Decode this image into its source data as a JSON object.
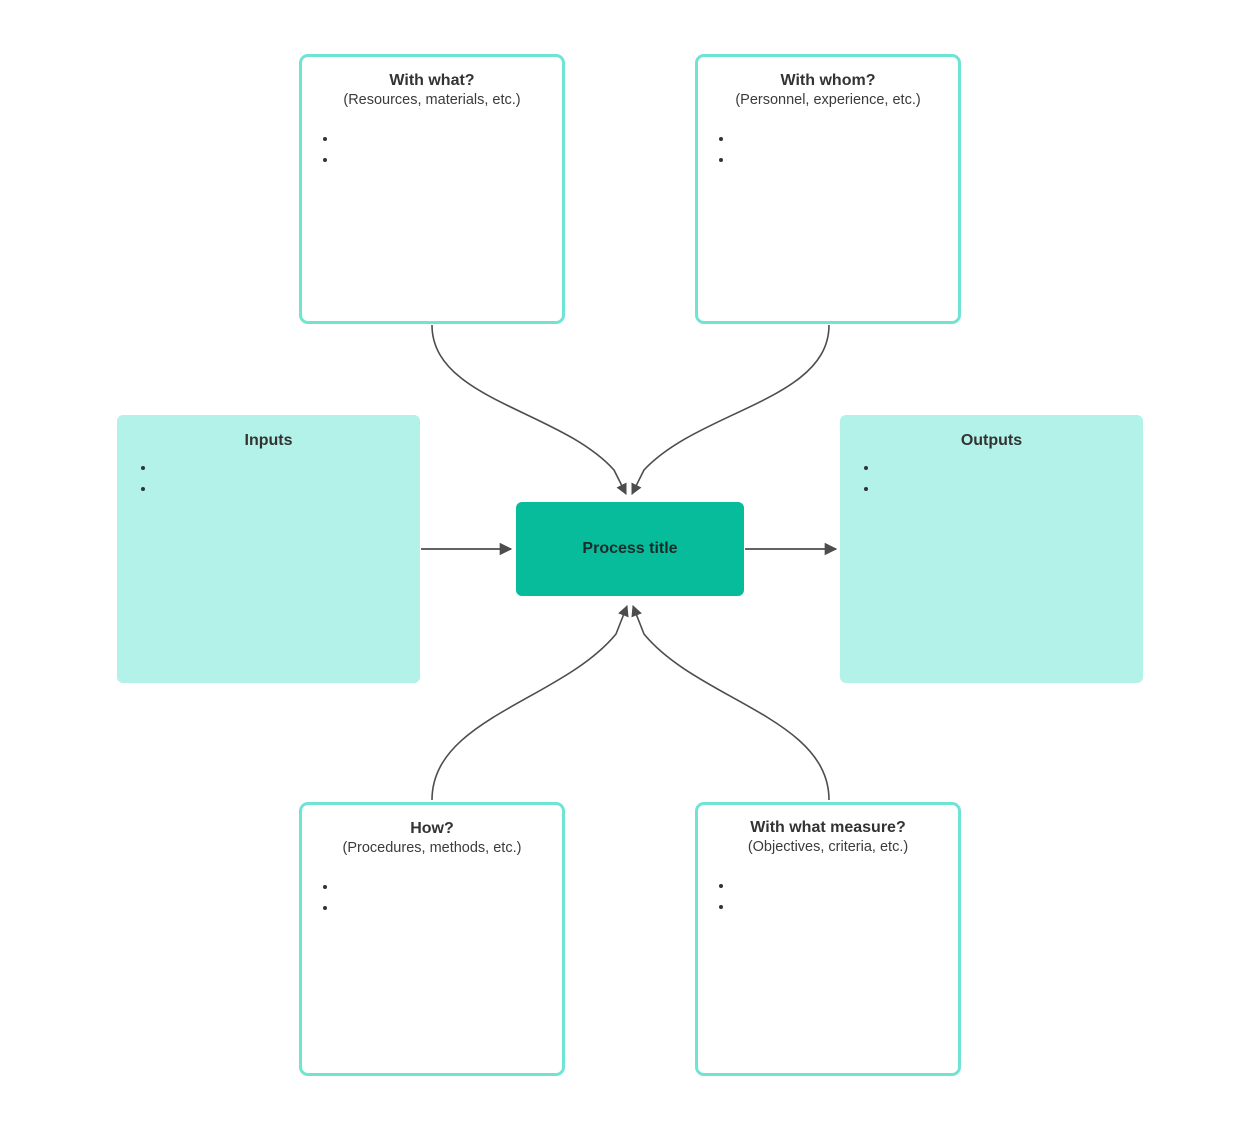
{
  "diagram": {
    "type": "sipoc-turtle-process-map",
    "colors": {
      "outline": "#6FE3D4",
      "fill_mint": "#B3F2E8",
      "process_teal": "#06BC9B",
      "arrow": "#4d4d4d",
      "text": "#333333"
    }
  },
  "nodes": {
    "with_what": {
      "title": "With what?",
      "subtitle": "(Resources, materials, etc.)",
      "bullets": [
        "",
        ""
      ]
    },
    "with_whom": {
      "title": "With whom?",
      "subtitle": "(Personnel, experience, etc.)",
      "bullets": [
        "",
        ""
      ]
    },
    "inputs": {
      "title": "Inputs",
      "bullets": [
        "",
        ""
      ]
    },
    "outputs": {
      "title": "Outputs",
      "bullets": [
        "",
        ""
      ]
    },
    "process": {
      "title": "Process title"
    },
    "how": {
      "title": "How?",
      "subtitle": "(Procedures, methods, etc.)",
      "bullets": [
        "",
        ""
      ]
    },
    "with_measure": {
      "title": "With what measure?",
      "subtitle": "(Objectives, criteria, etc.)",
      "bullets": [
        "",
        ""
      ]
    }
  },
  "connectors": [
    {
      "name": "with-what-to-process",
      "from": "with_what",
      "to": "process"
    },
    {
      "name": "with-whom-to-process",
      "from": "with_whom",
      "to": "process"
    },
    {
      "name": "inputs-to-process",
      "from": "inputs",
      "to": "process"
    },
    {
      "name": "process-to-outputs",
      "from": "process",
      "to": "outputs"
    },
    {
      "name": "how-to-process",
      "from": "how",
      "to": "process"
    },
    {
      "name": "with-measure-to-process",
      "from": "with_measure",
      "to": "process"
    }
  ]
}
